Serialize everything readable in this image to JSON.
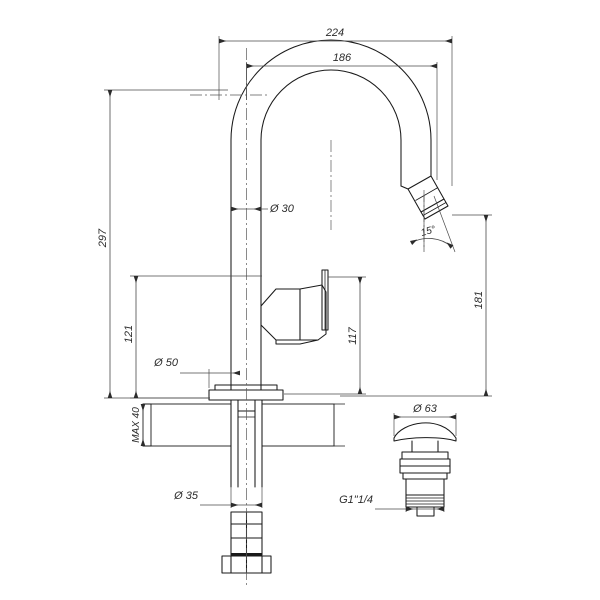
{
  "drawing": {
    "title": "Faucet Technical Dimension Drawing",
    "units": "mm",
    "background_color": "#ffffff",
    "line_color": "#1a1a1a",
    "dimension_color": "#4a4a4a"
  },
  "dimensions": {
    "overall_width": "224",
    "spout_reach": "186",
    "overall_height": "297",
    "spout_outlet_height": "181",
    "handle_height": "121",
    "handle_height_right": "117",
    "spout_tube_diameter": "Ø 30",
    "base_diameter": "Ø 50",
    "shank_diameter": "Ø 35",
    "max_thickness": "MAX 40",
    "outlet_angle": "15°"
  },
  "drain": {
    "cap_diameter": "Ø 63",
    "thread_size": "G1\"1/4"
  },
  "labels": {
    "dim_224": "224",
    "dim_186": "186",
    "dim_297": "297",
    "dim_181": "181",
    "dim_121": "121",
    "dim_117": "117",
    "dim_d30": "Ø 30",
    "dim_d50": "Ø 50",
    "dim_d35": "Ø 35",
    "dim_max40": "MAX 40",
    "dim_15deg": "15°",
    "dim_d63": "Ø 63",
    "dim_g114": "G1\"1/4"
  }
}
